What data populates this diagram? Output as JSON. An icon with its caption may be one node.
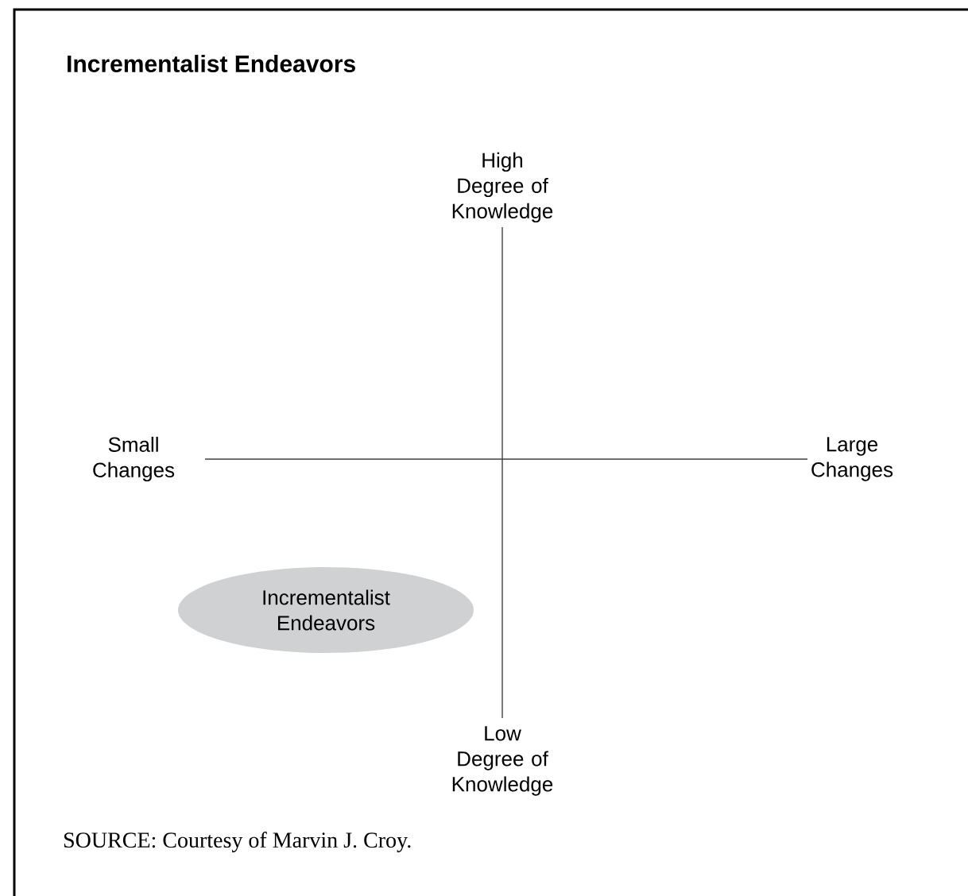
{
  "diagram": {
    "title": "Incrementalist Endeavors",
    "caption": "SOURCE: Courtesy of Marvin J. Croy.",
    "nodes": [
      {
        "text": [
          "Incrementalist Endeavors"
        ]
      }
    ],
    "labels": [
      "High Degree of Knowledge",
      "Small Changes",
      "Large Changes",
      "Low Degree of Knowledge"
    ]
  }
}
